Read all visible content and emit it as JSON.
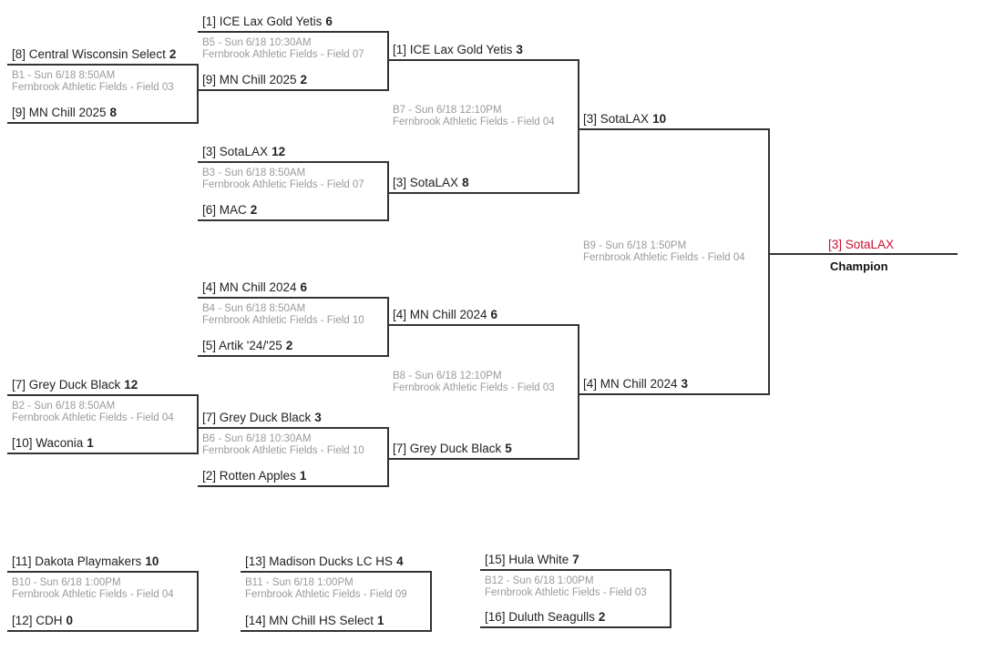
{
  "matches": [
    {
      "id": "B1",
      "schedule": "B1 - Sun 6/18 8:50AM",
      "venue": "Fernbrook Athletic Fields - Field 03",
      "top": {
        "name": "[8] Central Wisconsin Select",
        "score": "2"
      },
      "bottom": {
        "name": "[9] MN Chill 2025",
        "score": "8"
      }
    },
    {
      "id": "B5",
      "schedule": "B5 - Sun 6/18 10:30AM",
      "venue": "Fernbrook Athletic Fields - Field 07",
      "top": {
        "name": "[1] ICE Lax Gold Yetis",
        "score": "6"
      },
      "bottom": {
        "name": "[9] MN Chill 2025",
        "score": "2"
      }
    },
    {
      "id": "B3",
      "schedule": "B3 - Sun 6/18 8:50AM",
      "venue": "Fernbrook Athletic Fields - Field 07",
      "top": {
        "name": "[3] SotaLAX",
        "score": "12"
      },
      "bottom": {
        "name": "[6] MAC",
        "score": "2"
      }
    },
    {
      "id": "B7",
      "schedule": "B7 - Sun 6/18 12:10PM",
      "venue": "Fernbrook Athletic Fields - Field 04",
      "top": {
        "name": "[1] ICE Lax Gold Yetis",
        "score": "3"
      },
      "bottom": {
        "name": "[3] SotaLAX",
        "score": "8"
      }
    },
    {
      "id": "B4",
      "schedule": "B4 - Sun 6/18 8:50AM",
      "venue": "Fernbrook Athletic Fields - Field 10",
      "top": {
        "name": "[4] MN Chill 2024",
        "score": "6"
      },
      "bottom": {
        "name": "[5] Artik '24/'25",
        "score": "2"
      }
    },
    {
      "id": "B2",
      "schedule": "B2 - Sun 6/18 8:50AM",
      "venue": "Fernbrook Athletic Fields - Field 04",
      "top": {
        "name": "[7] Grey Duck Black",
        "score": "12"
      },
      "bottom": {
        "name": "[10] Waconia",
        "score": "1"
      }
    },
    {
      "id": "B6",
      "schedule": "B6 - Sun 6/18 10:30AM",
      "venue": "Fernbrook Athletic Fields - Field 10",
      "top": {
        "name": "[7] Grey Duck Black",
        "score": "3"
      },
      "bottom": {
        "name": "[2] Rotten Apples",
        "score": "1"
      }
    },
    {
      "id": "B8",
      "schedule": "B8 - Sun 6/18 12:10PM",
      "venue": "Fernbrook Athletic Fields - Field 03",
      "top": {
        "name": "[4] MN Chill 2024",
        "score": "6"
      },
      "bottom": {
        "name": "[7] Grey Duck Black",
        "score": "5"
      }
    },
    {
      "id": "B9",
      "schedule": "B9 - Sun 6/18 1:50PM",
      "venue": "Fernbrook Athletic Fields - Field 04",
      "top": {
        "name": "[3] SotaLAX",
        "score": "10"
      },
      "bottom": {
        "name": "[4] MN Chill 2024",
        "score": "3"
      }
    },
    {
      "id": "B10",
      "schedule": "B10 - Sun 6/18 1:00PM",
      "venue": "Fernbrook Athletic Fields - Field 04",
      "top": {
        "name": "[11] Dakota Playmakers",
        "score": "10"
      },
      "bottom": {
        "name": "[12] CDH",
        "score": "0"
      }
    },
    {
      "id": "B11",
      "schedule": "B11 - Sun 6/18 1:00PM",
      "venue": "Fernbrook Athletic Fields - Field 09",
      "top": {
        "name": "[13] Madison Ducks LC HS",
        "score": "4"
      },
      "bottom": {
        "name": "[14] MN Chill HS Select",
        "score": "1"
      }
    },
    {
      "id": "B12",
      "schedule": "B12 - Sun 6/18 1:00PM",
      "venue": "Fernbrook Athletic Fields - Field 03",
      "top": {
        "name": "[15] Hula White",
        "score": "7"
      },
      "bottom": {
        "name": "[16] Duluth Seagulls",
        "score": "2"
      }
    }
  ],
  "champion": {
    "name": "[3] SotaLAX",
    "label": "Champion"
  },
  "colors": {
    "line": "#333333",
    "meta": "#9a9a9a",
    "champion": "#c8102e"
  }
}
